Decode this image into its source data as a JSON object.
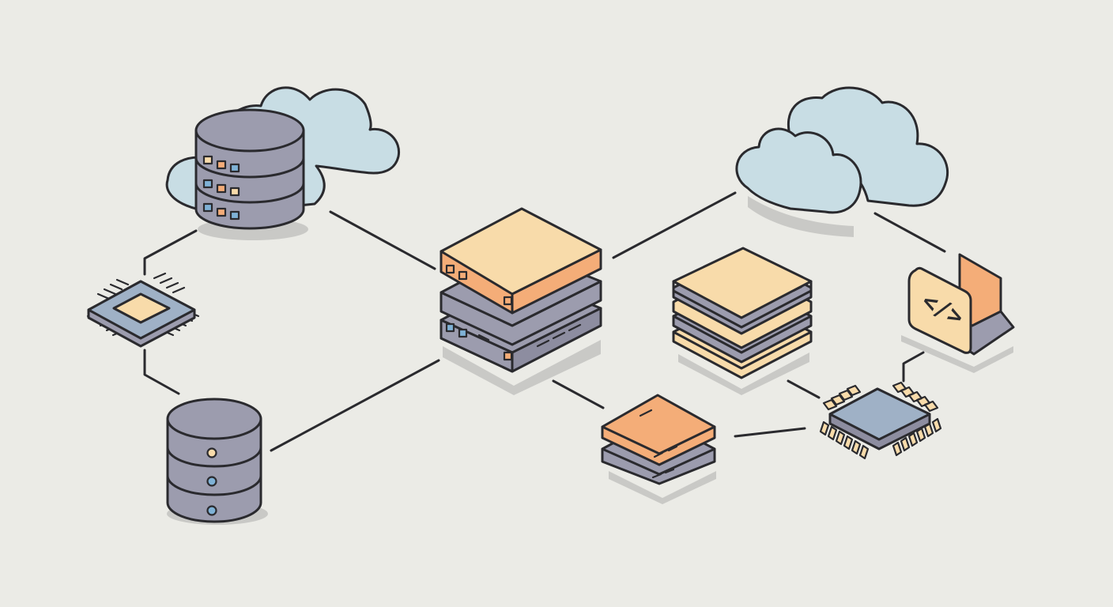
{
  "palette": {
    "background": "#ebebe6",
    "outline": "#2a2a2e",
    "slate": "#9c9cae",
    "slate_dark": "#8d8da0",
    "peach": "#f8dbaa",
    "orange": "#f4ad78",
    "sky": "#c8dde4",
    "steel": "#9fb1c6",
    "shadow": "#c9c9c6",
    "led_blue": "#7fb2d6",
    "led_orange": "#f4ad78",
    "led_peach": "#f8dbaa"
  },
  "nodes": [
    {
      "id": "database-cloud-top-left",
      "kind": "database",
      "icon": "database-icon"
    },
    {
      "id": "cloud-top-left",
      "kind": "cloud",
      "icon": "cloud-icon"
    },
    {
      "id": "chip-left",
      "kind": "chip",
      "icon": "chip-icon"
    },
    {
      "id": "database-bottom-left",
      "kind": "database",
      "icon": "database-icon"
    },
    {
      "id": "server-stack-center",
      "kind": "server-stack",
      "icon": "server-icon"
    },
    {
      "id": "cloud-top-right",
      "kind": "cloud",
      "icon": "cloud-icon"
    },
    {
      "id": "layer-stack-right",
      "kind": "layer-stack",
      "icon": "layers-icon"
    },
    {
      "id": "drive-stack-bottom",
      "kind": "drive-stack",
      "icon": "drive-icon"
    },
    {
      "id": "chip-right",
      "kind": "chip",
      "icon": "chip-icon"
    },
    {
      "id": "code-laptop",
      "kind": "code-device",
      "icon": "code-icon"
    }
  ],
  "connections": [
    {
      "from": "database-cloud-top-left",
      "to": "chip-left"
    },
    {
      "from": "chip-left",
      "to": "database-bottom-left"
    },
    {
      "from": "database-cloud-top-left",
      "to": "server-stack-center"
    },
    {
      "from": "database-bottom-left",
      "to": "server-stack-center"
    },
    {
      "from": "server-stack-center",
      "to": "cloud-top-right"
    },
    {
      "from": "server-stack-center",
      "to": "drive-stack-bottom"
    },
    {
      "from": "drive-stack-bottom",
      "to": "chip-right"
    },
    {
      "from": "layer-stack-right",
      "to": "chip-right"
    },
    {
      "from": "cloud-top-right",
      "to": "code-laptop"
    },
    {
      "from": "chip-right",
      "to": "code-laptop"
    }
  ],
  "code_glyph": "</>"
}
